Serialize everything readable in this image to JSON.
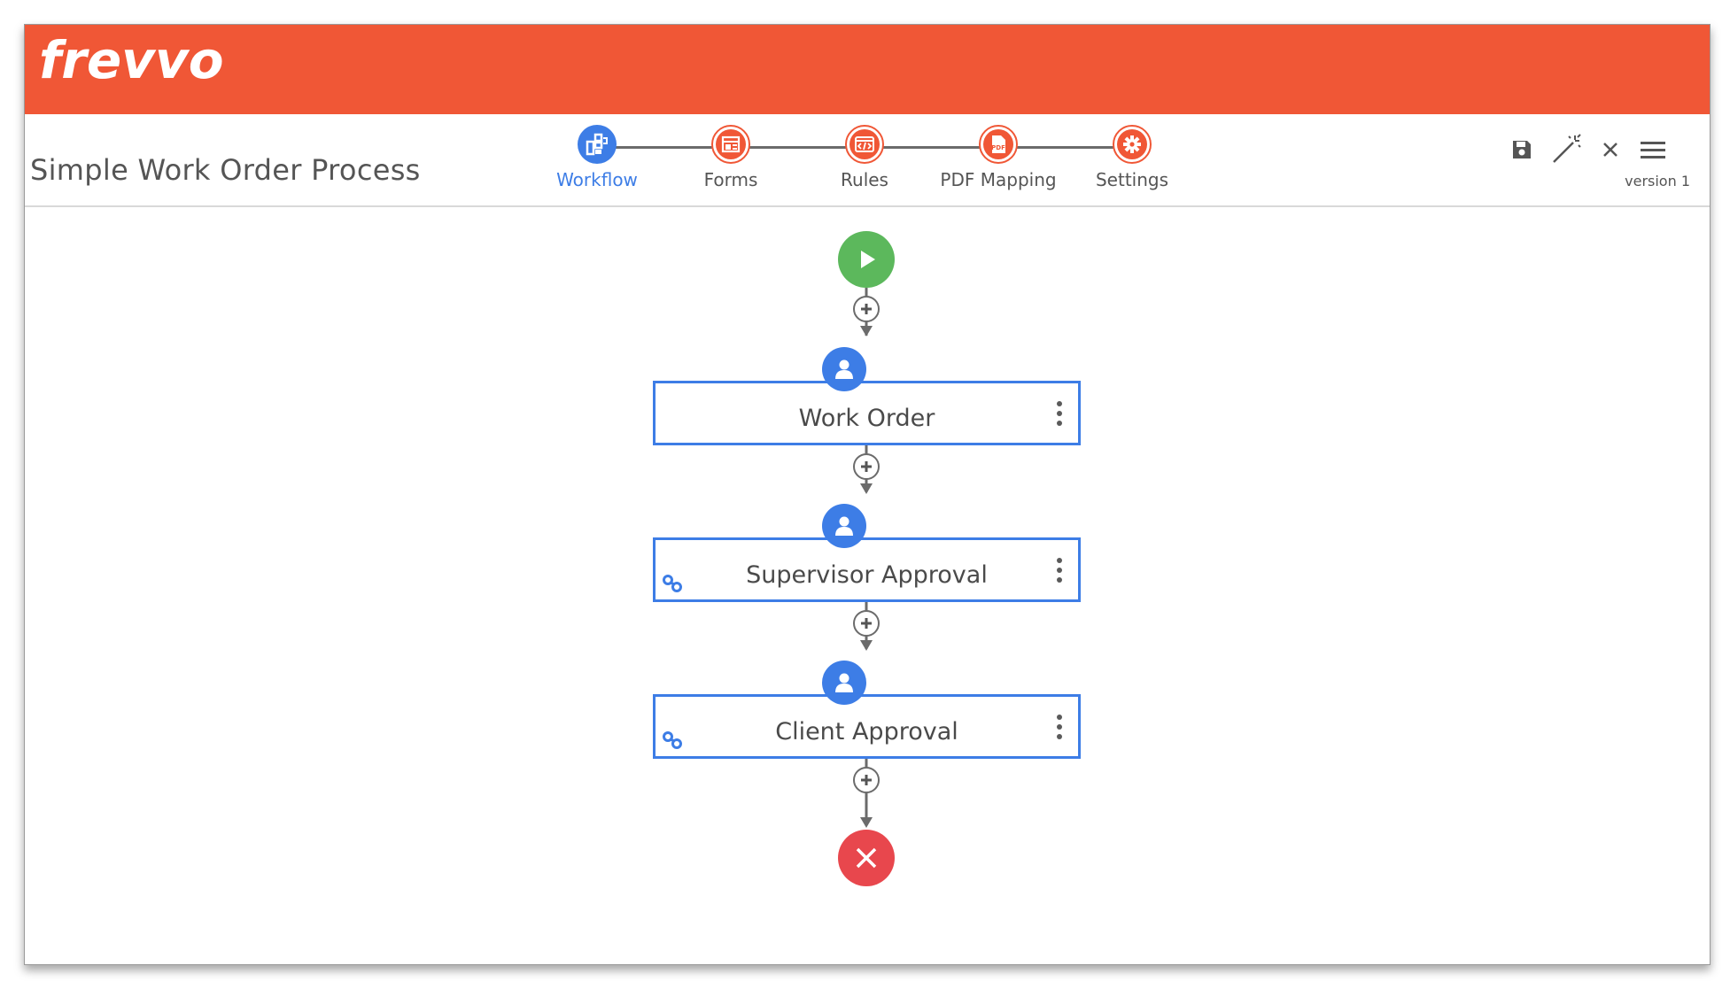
{
  "brand": {
    "logo_text": "frevvo",
    "bar_color": "#f05736"
  },
  "header": {
    "title": "Simple Work Order Process",
    "version_label": "version 1",
    "steps": [
      {
        "label": "Workflow",
        "icon": "workflow-icon",
        "active": true
      },
      {
        "label": "Forms",
        "icon": "forms-icon",
        "active": false
      },
      {
        "label": "Rules",
        "icon": "rules-icon",
        "active": false
      },
      {
        "label": "PDF Mapping",
        "icon": "pdf-icon",
        "active": false
      },
      {
        "label": "Settings",
        "icon": "gear-icon",
        "active": false
      }
    ],
    "tools": [
      "save-icon",
      "magic-wand-icon",
      "close-icon",
      "hamburger-menu-icon"
    ]
  },
  "flow": {
    "start": {
      "icon": "play-icon",
      "color": "#5cb85c"
    },
    "end": {
      "icon": "close-icon",
      "color": "#e8474d"
    },
    "nodes": [
      {
        "label": "Work Order",
        "icon": "user-icon",
        "has_link": false
      },
      {
        "label": "Supervisor Approval",
        "icon": "user-icon",
        "has_link": true
      },
      {
        "label": "Client Approval",
        "icon": "user-icon",
        "has_link": true
      }
    ]
  },
  "colors": {
    "accent": "#3d7de6",
    "brand": "#f05736",
    "text": "#555555"
  }
}
